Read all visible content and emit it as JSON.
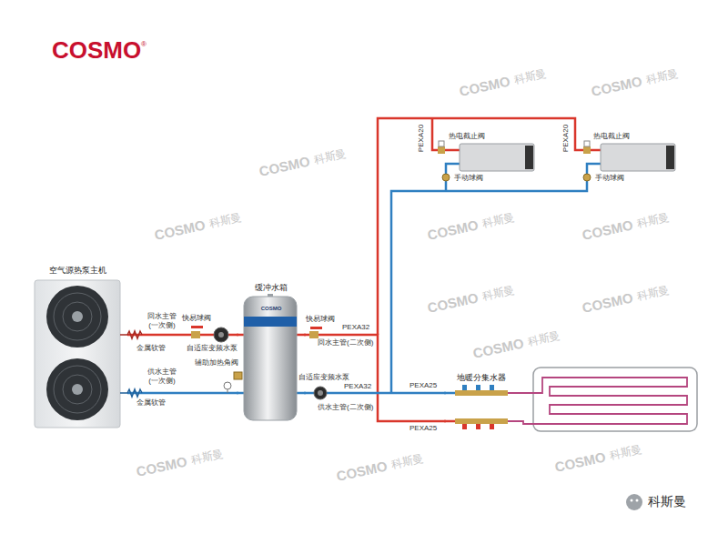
{
  "diagram": {
    "nodes": [
      {
        "text": [
          "空气源热泵主机"
        ]
      },
      {
        "text": [
          "缓冲水箱",
          "COSMO"
        ]
      },
      {
        "text": [
          "地暖分集水器"
        ]
      }
    ],
    "edges": [
      {
        "from": 0,
        "to": 1,
        "arrow": "none"
      },
      {
        "from": 0,
        "to": 1,
        "arrow": "none"
      },
      {
        "from": 1,
        "to": 2,
        "arrow": "none"
      },
      {
        "from": 1,
        "to": 2,
        "arrow": "none"
      }
    ],
    "labels": [
      "COSMO",
      "®",
      "回水主管 (一次侧)",
      "快易球阀",
      "金属软管",
      "自适应变频水泵",
      "辅助加热角阀",
      "供水主管 (一次侧)",
      "金属软管",
      "快易球阀",
      "PEXA32",
      "回水主管(二次侧)",
      "自适应变频水泵",
      "PEXA32",
      "供水主管(二次侧)",
      "PEXA25",
      "PEXA25",
      "PEXA20",
      "热电截止阀",
      "手动球阀",
      "PEXA20",
      "热电截止阀",
      "手动球阀",
      "科斯曼",
      "COSMO",
      "科斯曼",
      "COSMO",
      "科斯曼",
      "COSMO",
      "科斯曼",
      "COSMO",
      "科斯曼",
      "COSMO",
      "科斯曼",
      "COSMO",
      "科斯曼",
      "COSMO",
      "科斯曼",
      "COSMO",
      "科斯曼",
      "COSMO",
      "科斯曼",
      "COSMO",
      "科斯曼",
      "COSMO",
      "科斯曼",
      "COSMO",
      "科斯曼"
    ]
  }
}
